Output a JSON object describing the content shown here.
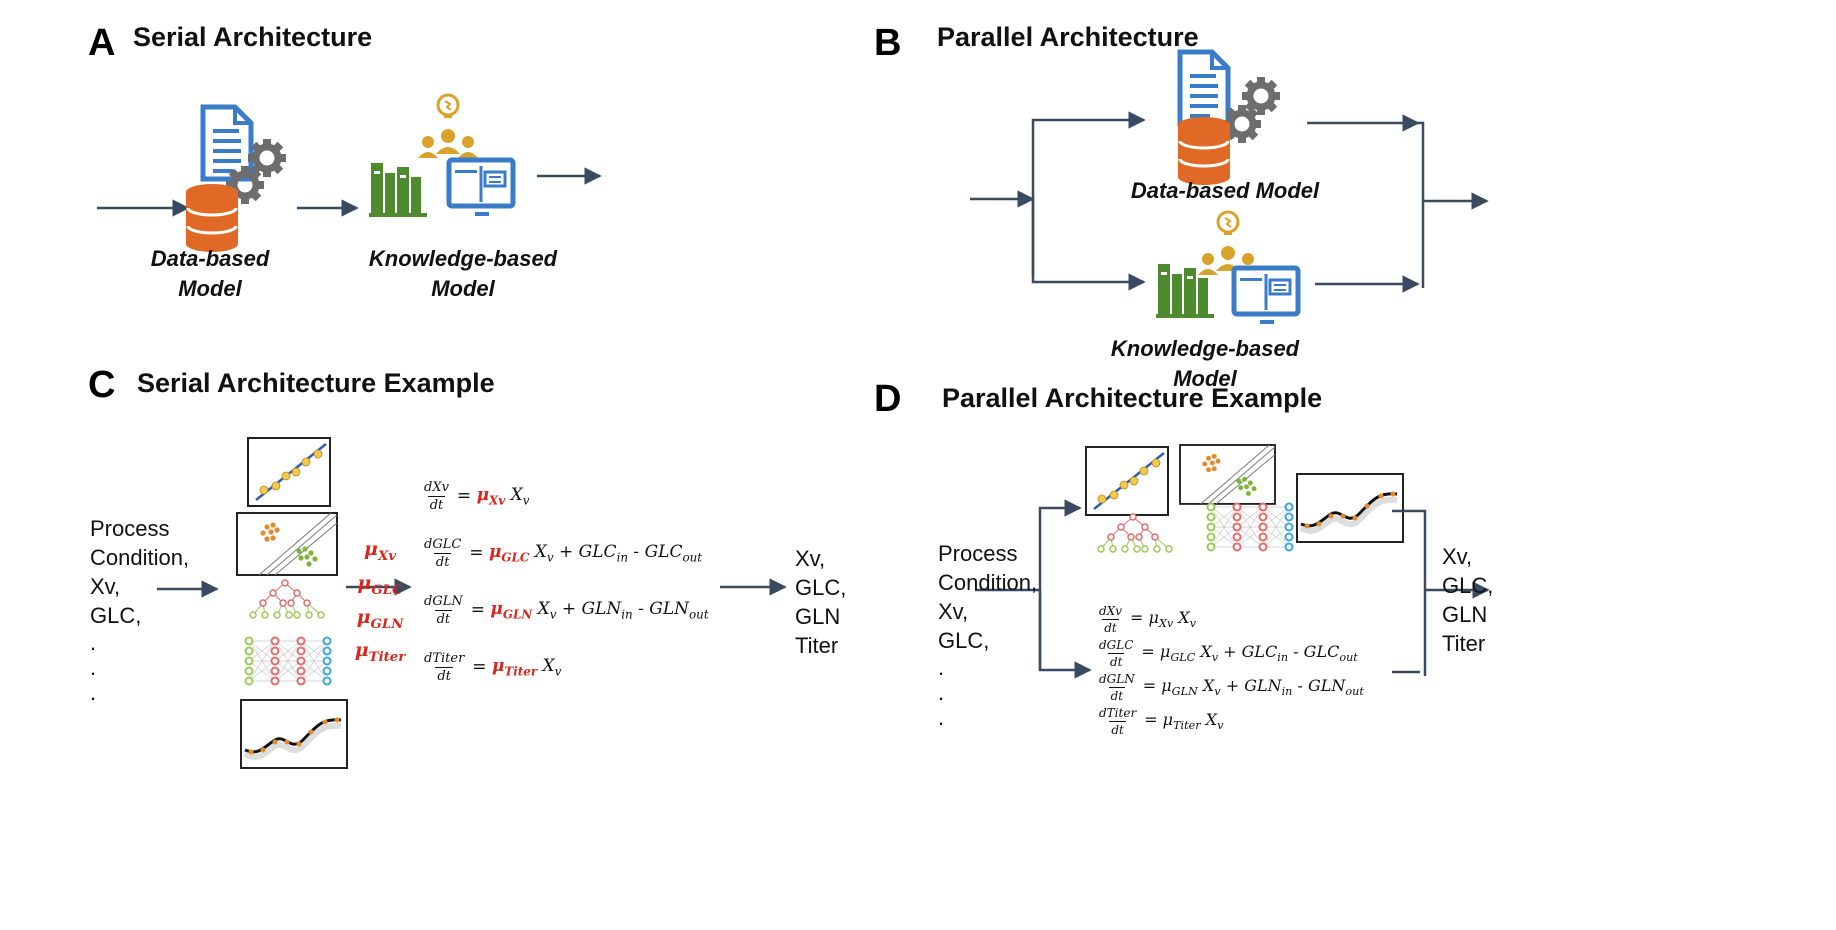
{
  "panels": {
    "a": {
      "letter": "A",
      "title": "Serial Architecture",
      "data_model_label": [
        "Data-based",
        "Model"
      ],
      "knowledge_model_label": [
        "Knowledge-based",
        "Model"
      ]
    },
    "b": {
      "letter": "B",
      "title": "Parallel Architecture",
      "data_model_label": "Data-based Model",
      "knowledge_model_label": "Knowledge-based Model"
    },
    "c": {
      "letter": "C",
      "title": "Serial Architecture Example",
      "inputs": [
        "Process",
        "Condition,",
        "Xv,",
        "GLC,",
        ".",
        ".",
        "."
      ],
      "outputs": [
        "Xv,",
        "GLC,",
        "GLN",
        "Titer"
      ],
      "mu_labels": [
        "Xv",
        "GLC",
        "GLN",
        "Titer"
      ]
    },
    "d": {
      "letter": "D",
      "title": "Parallel Architecture Example",
      "inputs": [
        "Process",
        "Condition,",
        "Xv,",
        "GLC,",
        ".",
        ".",
        "."
      ],
      "outputs": [
        "Xv,",
        "GLC,",
        "GLN",
        "Titer"
      ]
    }
  },
  "equations": [
    {
      "num": "dXv",
      "den": "dt",
      "mu": "Xv",
      "rest": "X",
      "rest_sub": "v",
      "tail": ""
    },
    {
      "num": "dGLC",
      "den": "dt",
      "mu": "GLC",
      "rest": "X",
      "rest_sub": "v",
      "tail": " + GLC<sub>in</sub> - GLC<sub>out</sub>"
    },
    {
      "num": "dGLN",
      "den": "dt",
      "mu": "GLN",
      "rest": "X",
      "rest_sub": "v",
      "tail": " + GLN<sub>in</sub> - GLN<sub>out</sub>"
    },
    {
      "num": "dTiter",
      "den": "dt",
      "mu": "Titer",
      "rest": "X",
      "rest_sub": "v",
      "tail": ""
    }
  ],
  "colors": {
    "arrow": "#3a4a60",
    "doc_blue": "#3a7cc8",
    "db_orange": "#e06a25",
    "gear_gray": "#6d6d6d",
    "books_green": "#4e8a2e",
    "people_gold": "#d9a22a",
    "screen_blue": "#3a7cc8",
    "mu_red": "#d9261c"
  },
  "icons": [
    "document-icon",
    "database-icon",
    "gear-icon",
    "books-icon",
    "people-icon",
    "lightbulb-icon",
    "monitor-book-icon",
    "regression-plot-icon",
    "svm-scatter-icon",
    "decision-tree-icon",
    "neural-network-icon",
    "curve-fit-icon"
  ]
}
